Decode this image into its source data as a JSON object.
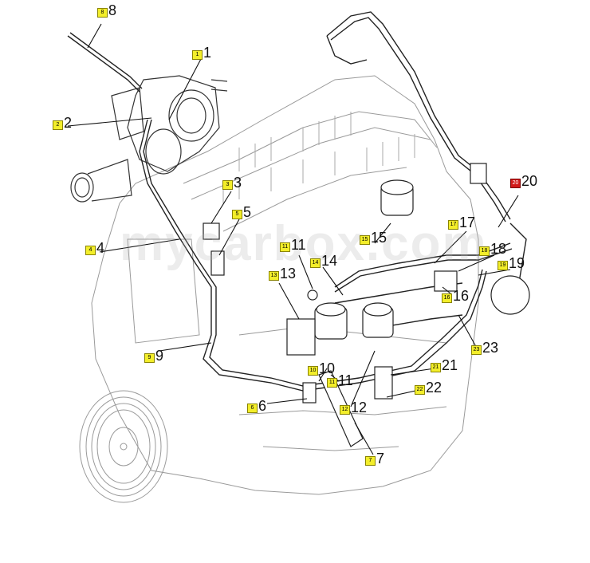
{
  "colors": {
    "badge_fill": "#f3ee2a",
    "badge_active_fill": "#d11a1a",
    "line": "#222222",
    "engine_line": "#9a9a9a"
  },
  "watermark": "mycarbox.com",
  "callouts": [
    {
      "id": "8",
      "num": "8",
      "active": false
    },
    {
      "id": "1",
      "num": "1",
      "active": false
    },
    {
      "id": "2",
      "num": "2",
      "active": false
    },
    {
      "id": "3",
      "num": "3",
      "active": false
    },
    {
      "id": "5",
      "num": "5",
      "active": false
    },
    {
      "id": "4",
      "num": "4",
      "active": false
    },
    {
      "id": "11",
      "num": "11",
      "active": false
    },
    {
      "id": "14",
      "num": "14",
      "active": false
    },
    {
      "id": "13",
      "num": "13",
      "active": false
    },
    {
      "id": "15",
      "num": "15",
      "active": false
    },
    {
      "id": "17",
      "num": "17",
      "active": false
    },
    {
      "id": "18",
      "num": "18",
      "active": false
    },
    {
      "id": "19",
      "num": "19",
      "active": false
    },
    {
      "id": "16",
      "num": "16",
      "active": false
    },
    {
      "id": "20",
      "num": "20",
      "active": true
    },
    {
      "id": "9",
      "num": "9",
      "active": false
    },
    {
      "id": "10",
      "num": "10",
      "active": false
    },
    {
      "id": "11b",
      "num": "11",
      "active": false
    },
    {
      "id": "21",
      "num": "21",
      "active": false
    },
    {
      "id": "22",
      "num": "22",
      "active": false
    },
    {
      "id": "23",
      "num": "23",
      "active": false
    },
    {
      "id": "6",
      "num": "6",
      "active": false
    },
    {
      "id": "12",
      "num": "12",
      "active": false
    },
    {
      "id": "7",
      "num": "7",
      "active": false
    }
  ]
}
